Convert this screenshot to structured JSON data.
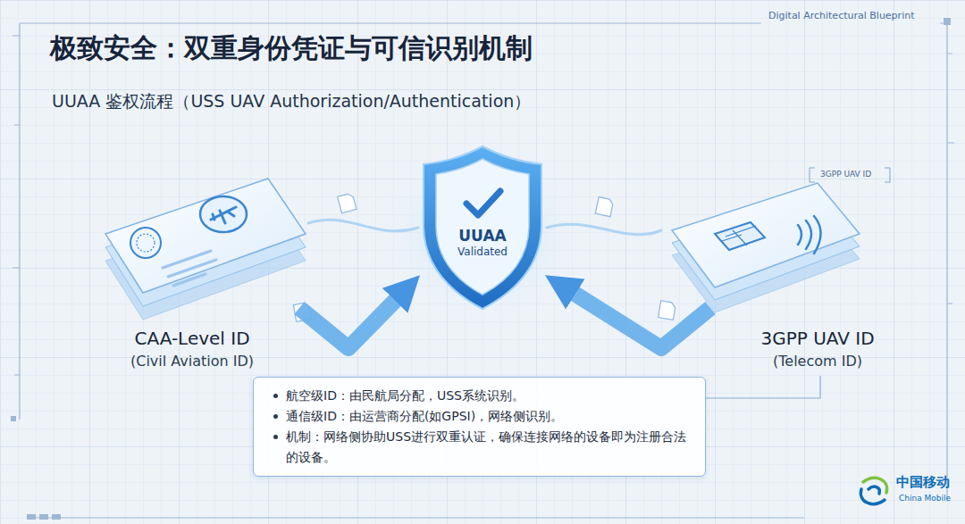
{
  "diagram": {
    "title": "极致安全：双重身份凭证与可信识别机制",
    "nodes": [
      {
        "text": [
          "CAA-Level ID",
          "(Civil Aviation ID)"
        ]
      },
      {
        "text": [
          "UUAA",
          "Validated"
        ]
      },
      {
        "text": [
          "3GPP UAV ID",
          "(Telecom ID)"
        ]
      },
      {
        "text": [
          "航空级ID：由民航局分配，USS系统识别。",
          "通信级ID：由运营商分配(如GPSI)，网络侧识别。",
          "机制：网络侧协助USS进行双重认证，确保连接网络的设备即为注册合法的设备。"
        ]
      }
    ],
    "edges": [
      {
        "from": 0,
        "to": 1,
        "arrow": "to"
      },
      {
        "from": 2,
        "to": 1,
        "arrow": "to"
      },
      {
        "from": 3,
        "to": 2,
        "arrow": "none"
      }
    ],
    "labels": [
      "Digital Architectural Blueprint",
      "UUAA 鉴权流程（USS UAV Authorization/Authentication）",
      "3GPP UAV ID",
      "中国移动",
      "China Mobile"
    ]
  }
}
